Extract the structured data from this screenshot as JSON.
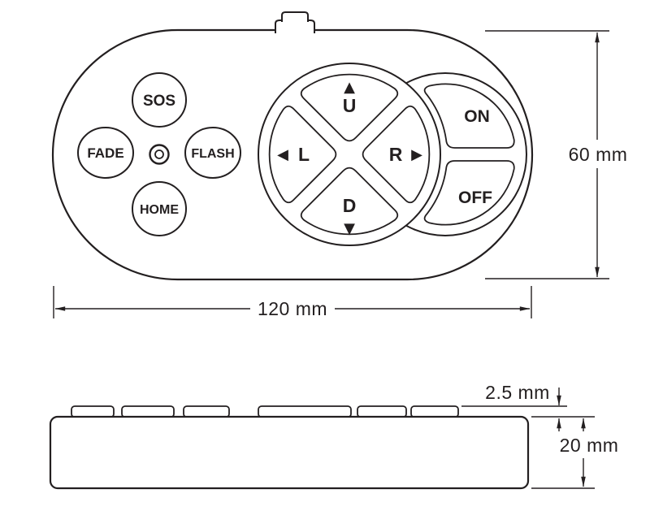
{
  "diagram_title": "remote-control-dimension-diagram",
  "remote": {
    "buttons": {
      "sos": "SOS",
      "fade": "FADE",
      "flash": "FLASH",
      "home": "HOME",
      "up": "U",
      "down": "D",
      "left": "L",
      "right": "R",
      "on": "ON",
      "off": "OFF"
    },
    "icons": {
      "up_arrow": "▲",
      "down_arrow": "▼",
      "left_arrow": "◀",
      "right_arrow": "▶"
    }
  },
  "dimensions": {
    "height": "60 mm",
    "width": "120 mm",
    "button_height": "2.5 mm",
    "thickness": "20 mm"
  },
  "colors": {
    "line": "#231f20",
    "background": "#ffffff"
  }
}
